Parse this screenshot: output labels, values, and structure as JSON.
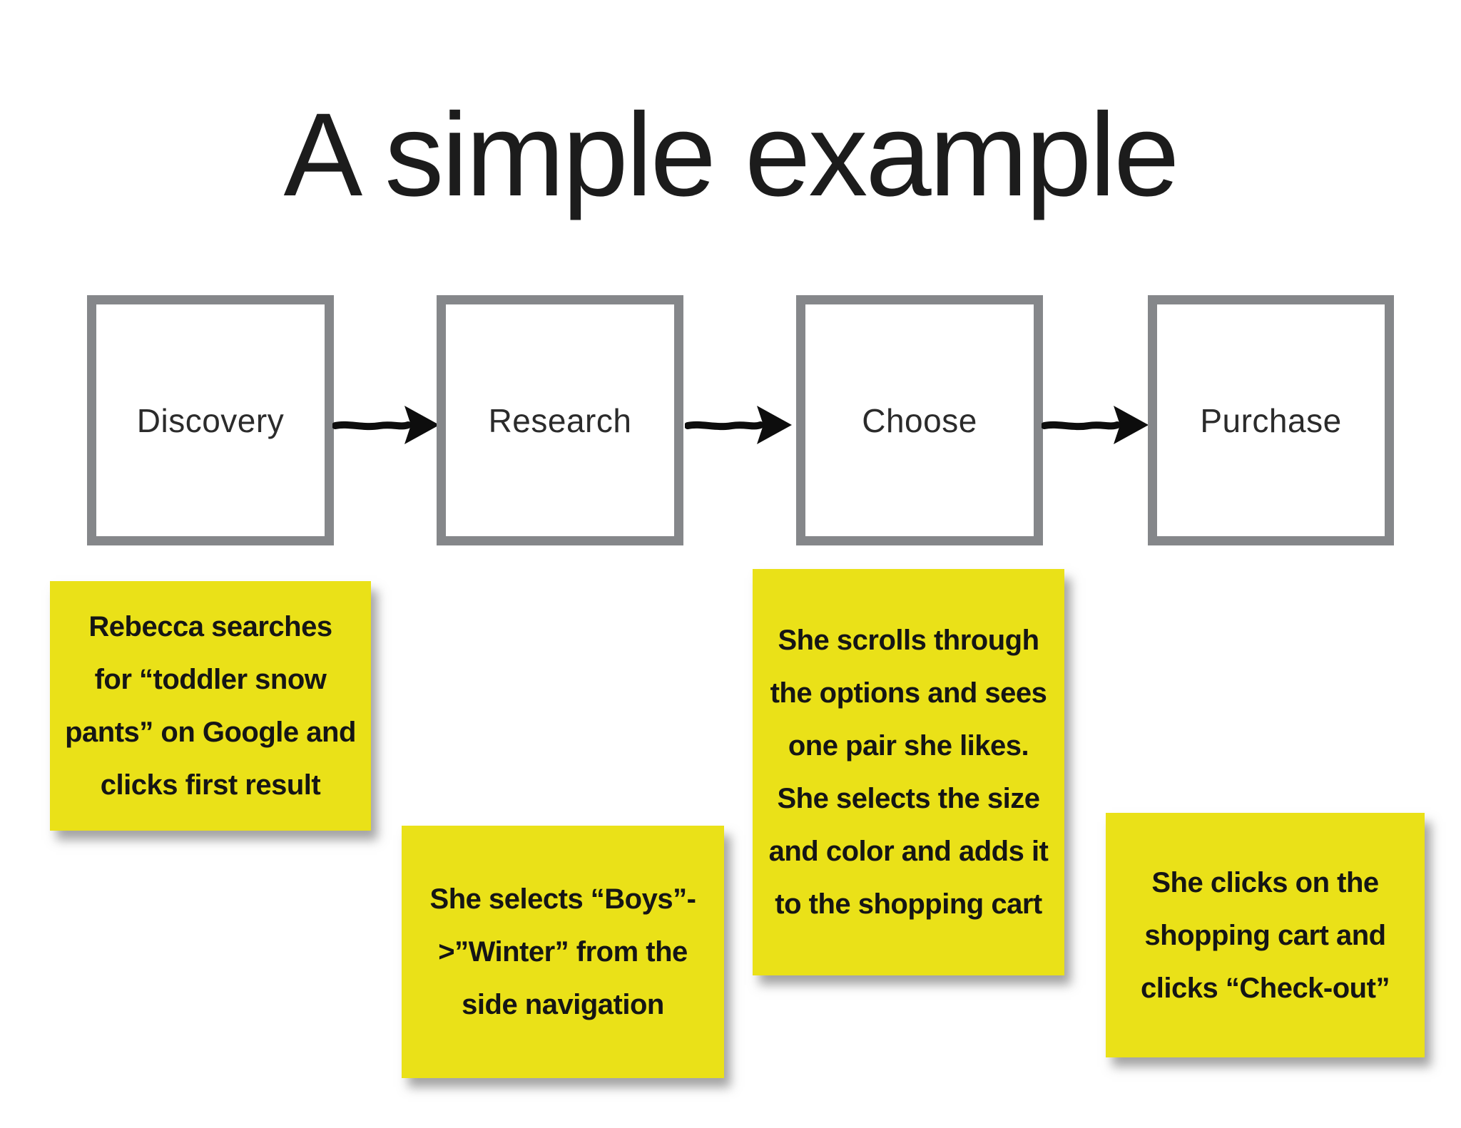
{
  "title": "A simple example",
  "colors": {
    "background": "#ffffff",
    "note_yellow": "#eae118",
    "box_border": "#85878a",
    "box_fill": "#ffffff",
    "text_dark": "#1c1c1c",
    "arrow_black": "#0d0d0d"
  },
  "steps": [
    {
      "label": "Discovery"
    },
    {
      "label": "Research"
    },
    {
      "label": "Choose"
    },
    {
      "label": "Purchase"
    }
  ],
  "notes": [
    {
      "lines": [
        "Rebecca searches",
        "for “toddler snow",
        "pants” on Google and",
        "clicks first result"
      ]
    },
    {
      "lines": [
        "She selects “Boys”-",
        ">”Winter” from the",
        "side navigation"
      ]
    },
    {
      "lines": [
        "She scrolls through",
        "the options and sees",
        "one pair she likes.",
        "She selects the size",
        "and color and adds it",
        "to the shopping cart"
      ]
    },
    {
      "lines": [
        "She clicks on the",
        "shopping cart and",
        "clicks “Check-out”"
      ]
    }
  ]
}
